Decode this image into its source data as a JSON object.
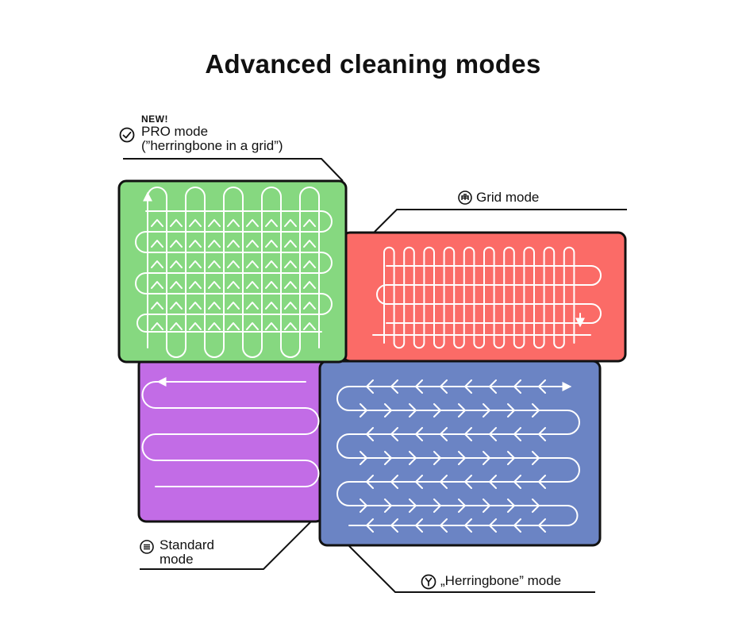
{
  "title": "Advanced cleaning modes",
  "modes": {
    "pro": {
      "badge": "NEW!",
      "line1": "PRO mode",
      "line2": "(”herringbone in a grid”)",
      "color": "#86d880",
      "icon": "checkmark-circle-icon"
    },
    "grid": {
      "line1": "Grid mode",
      "color": "#fb6b67",
      "icon": "grid-robot-icon"
    },
    "standard": {
      "line1": "Standard",
      "line2": "mode",
      "color": "#c26ce6",
      "icon": "standard-lines-icon"
    },
    "herringbone": {
      "line1": "„Herringbone” mode",
      "color": "#6b84c4",
      "icon": "y-letter-circle-icon"
    }
  }
}
